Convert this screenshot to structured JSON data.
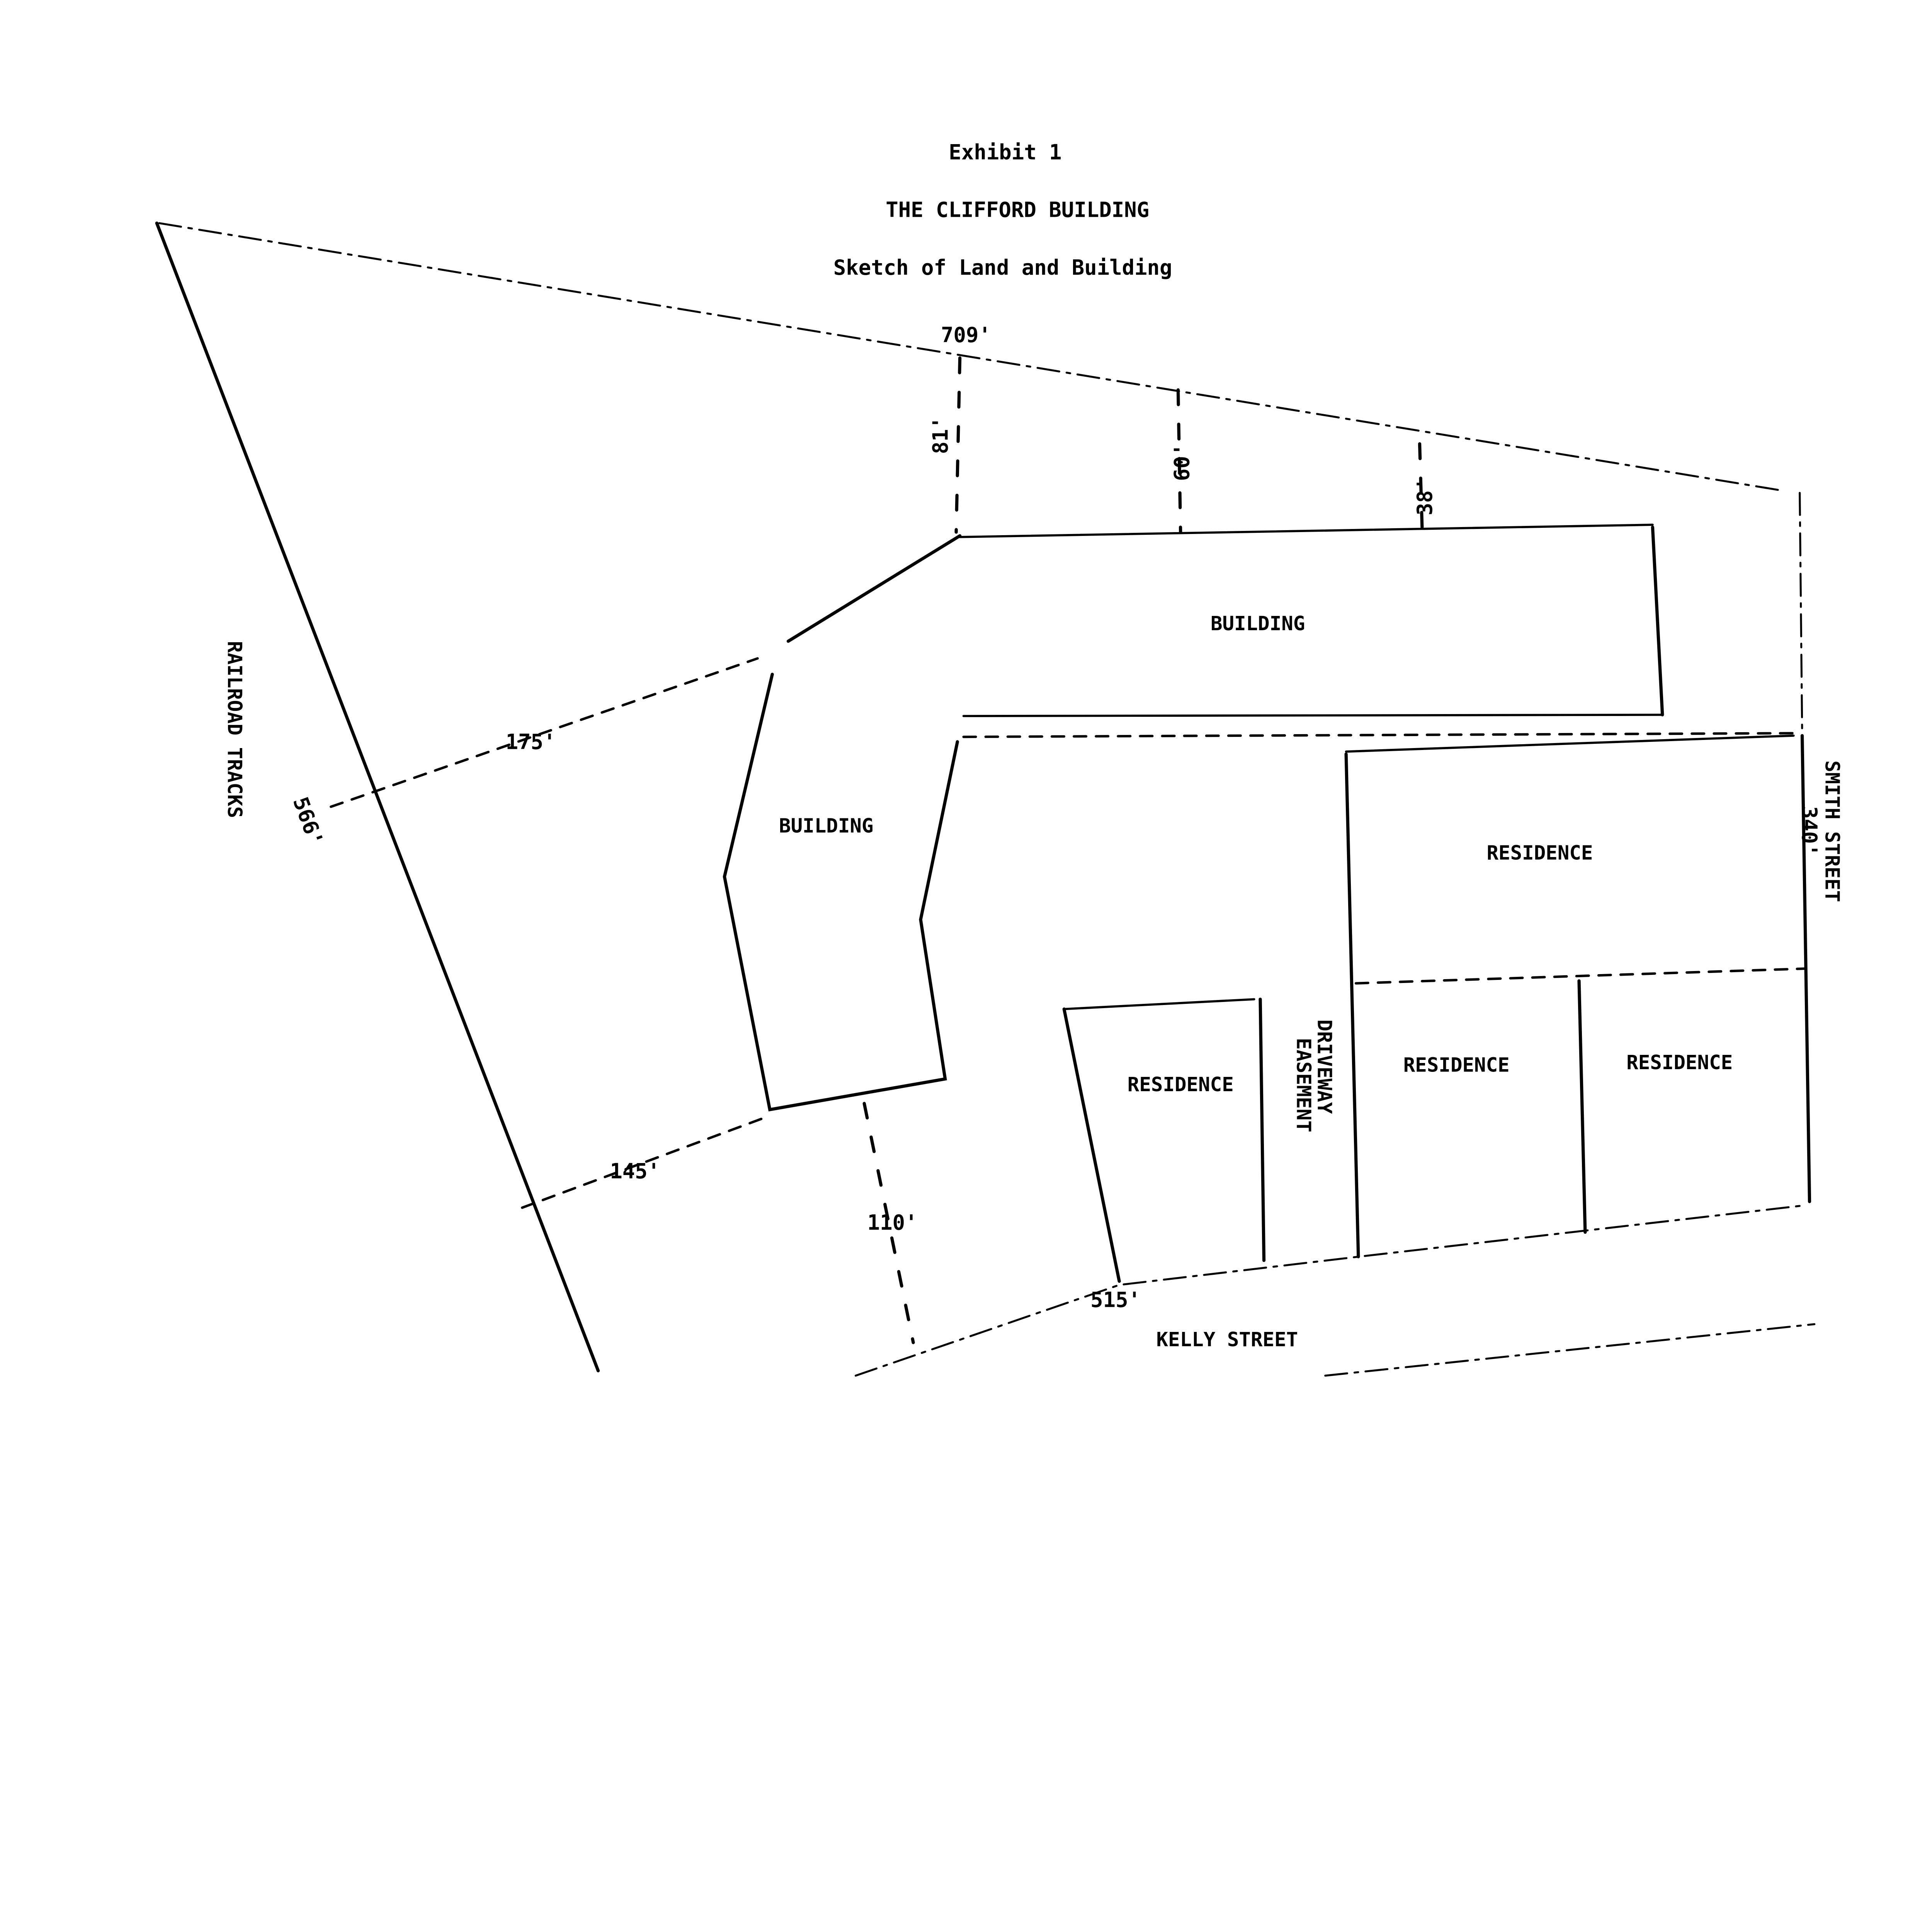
{
  "header": {
    "exhibit": "Exhibit 1",
    "title": "THE CLIFFORD BUILDING",
    "subtitle": "Sketch of Land and Building"
  },
  "labels": {
    "building_main": "BUILDING",
    "building_wing": "BUILDING",
    "residence_top_right": "RESIDENCE",
    "residence_left": "RESIDENCE",
    "residence_middle": "RESIDENCE",
    "residence_right": "RESIDENCE",
    "driveway_line1": "DRIVEWAY",
    "driveway_line2": "EASEMENT",
    "railroad": "RAILROAD TRACKS",
    "smith_street": "SMITH STREET",
    "kelly_street": "KELLY STREET"
  },
  "dimensions": {
    "north_boundary": "709'",
    "setback_1": "81'",
    "setback_2": "60'",
    "setback_3": "38'",
    "railroad_side": "566'",
    "width_upper": "175'",
    "width_lower": "145'",
    "setback_south": "110'",
    "kelly_frontage": "515'",
    "smith_frontage": "340'"
  }
}
